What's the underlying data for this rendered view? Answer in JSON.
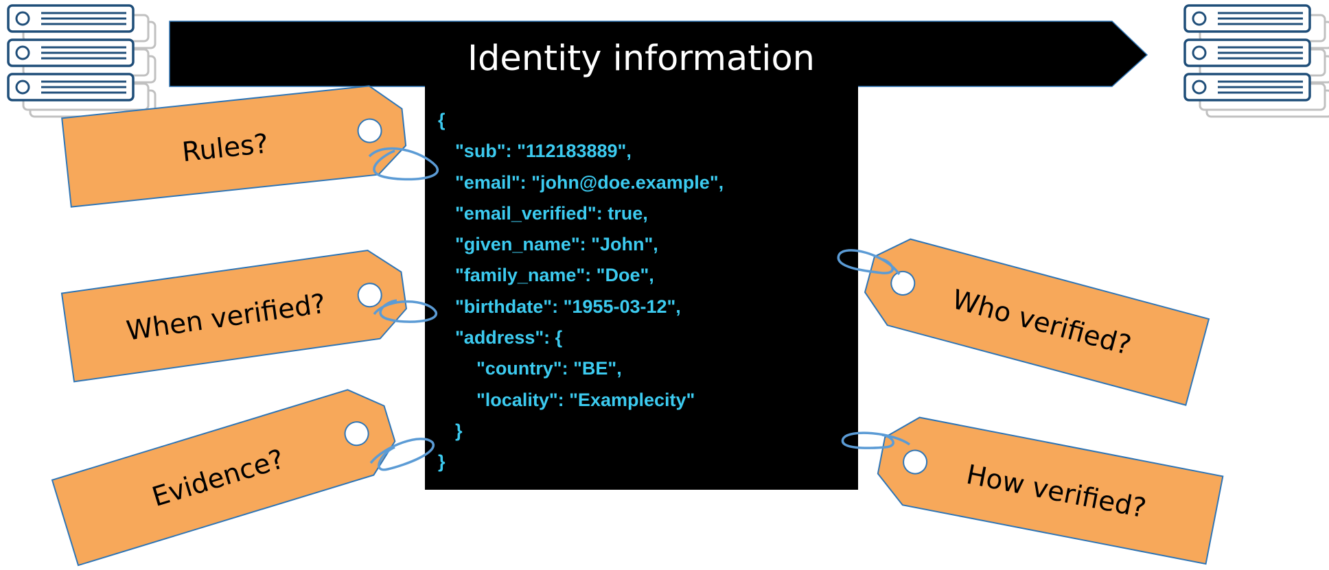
{
  "banner": {
    "title": "Identity information",
    "color": "#000000",
    "text_color": "#ffffff"
  },
  "code_block": {
    "background": "#000000",
    "text_color": "#3ccbf0",
    "lines": [
      "{",
      "\"sub\": \"112183889\",",
      "\"email\": \"john@doe.example\",",
      "\"email_verified\": true,",
      "\"given_name\": \"John\",",
      "\"family_name\": \"Doe\",",
      "\"birthdate\": \"1955-03-12\",",
      "\"address\": {",
      "\"country\": \"BE\",",
      "\"locality\": \"Examplecity\"",
      "}",
      "}"
    ]
  },
  "tags": [
    {
      "label": "Rules?"
    },
    {
      "label": "When verified?"
    },
    {
      "label": "Evidence?"
    },
    {
      "label": "Who verified?"
    },
    {
      "label": "How verified?"
    }
  ],
  "colors": {
    "tag_fill": "#f7a85a",
    "tag_stroke": "#2e75b6",
    "server_stroke": "#1f4e79",
    "server_shadow": "#c0c0c0"
  },
  "icons": {
    "left_server": "server-stack-icon",
    "right_server": "server-stack-icon",
    "tag": "label-tag-icon"
  }
}
